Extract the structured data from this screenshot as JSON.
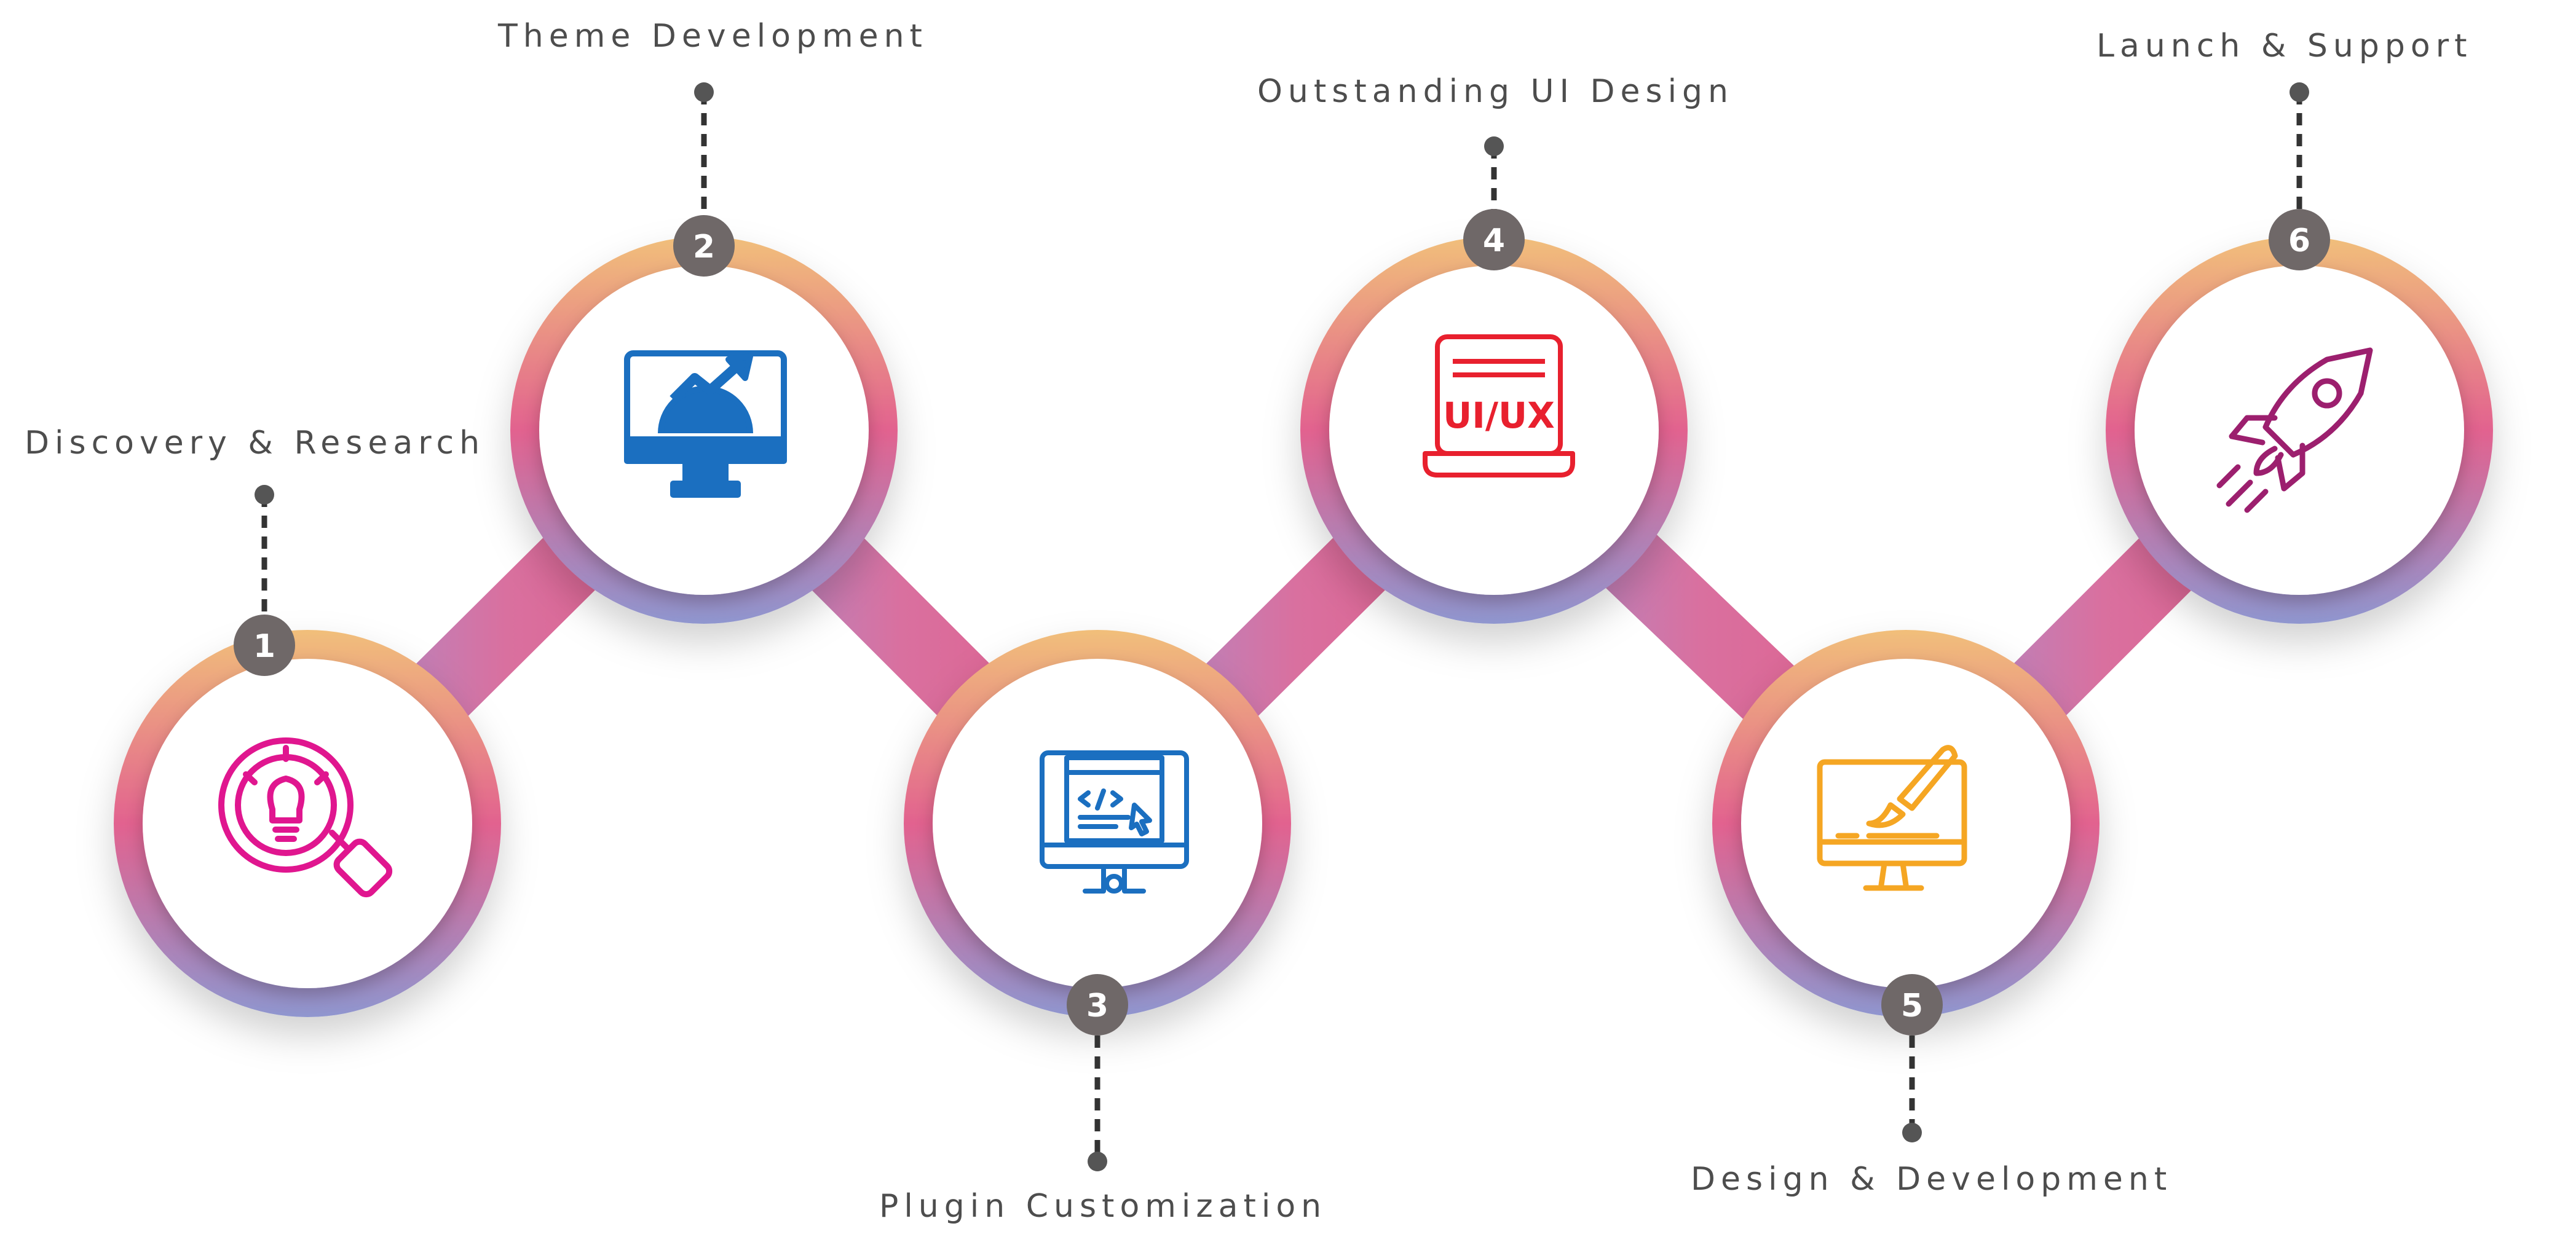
{
  "steps": [
    {
      "number": "1",
      "label": "Discovery & Research",
      "icon": "idea-search-icon",
      "color": "#e0168f"
    },
    {
      "number": "2",
      "label": "Theme Development",
      "icon": "monitor-growth-gear-icon",
      "color": "#1b6fc0"
    },
    {
      "number": "3",
      "label": "Plugin Customization",
      "icon": "code-monitor-icon",
      "color": "#1b6fc0"
    },
    {
      "number": "4",
      "label": "Outstanding UI Design",
      "icon": "ui-ux-laptop-icon",
      "color": "#e8202e"
    },
    {
      "number": "5",
      "label": "Design & Development",
      "icon": "design-monitor-brush-icon",
      "color": "#f5a623"
    },
    {
      "number": "6",
      "label": "Launch & Support",
      "icon": "rocket-icon",
      "color": "#9c1f6e"
    }
  ],
  "icon_texts": {
    "ui_ux": "UI/UX"
  },
  "colors": {
    "ring_top": "#f1bf7a",
    "ring_mid": "#e2628f",
    "ring_bottom": "#8f96cf",
    "badge": "#6f6868",
    "label": "#4d4d4d"
  }
}
